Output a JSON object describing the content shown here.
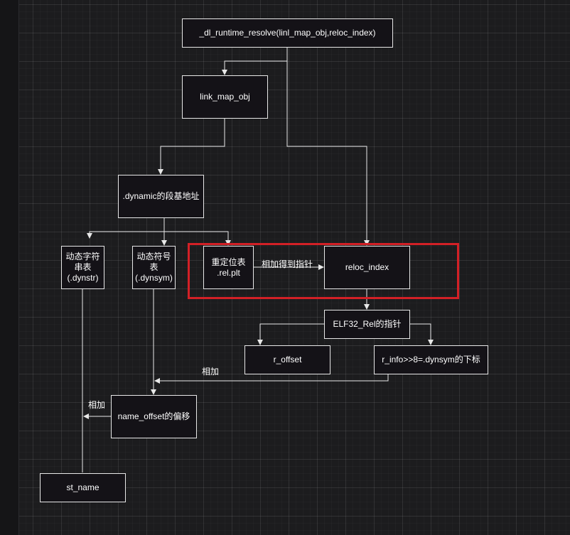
{
  "colors": {
    "background": "#1c1c1e",
    "node_fill": "#141217",
    "node_border": "#e8e8e8",
    "edge": "#e8e8e8",
    "highlight": "#d32026"
  },
  "nodes": {
    "dl_runtime_resolve": "_dl_runtime_resolve(linl_map_obj,reloc_index)",
    "link_map_obj": "link_map_obj",
    "dynamic_base": ".dynamic的段基地址",
    "dynstr": "动态字符\n串表\n(.dynstr)",
    "dynsym": "动态符号\n表\n(.dynsym)",
    "rel_plt": "重定位表\n.rel.plt",
    "reloc_index": "reloc_index",
    "elf32_rel": "ELF32_Rel的指针",
    "r_offset": "r_offset",
    "r_info": "r_info>>8=.dynsym的下标",
    "name_offset": "name_offset的偏移",
    "st_name": "st_name"
  },
  "edge_labels": {
    "relplt_to_reloc": "相加得到指针",
    "rinfo_to_dynsym": "相加",
    "nameoffset_to_dynstr": "相加"
  }
}
